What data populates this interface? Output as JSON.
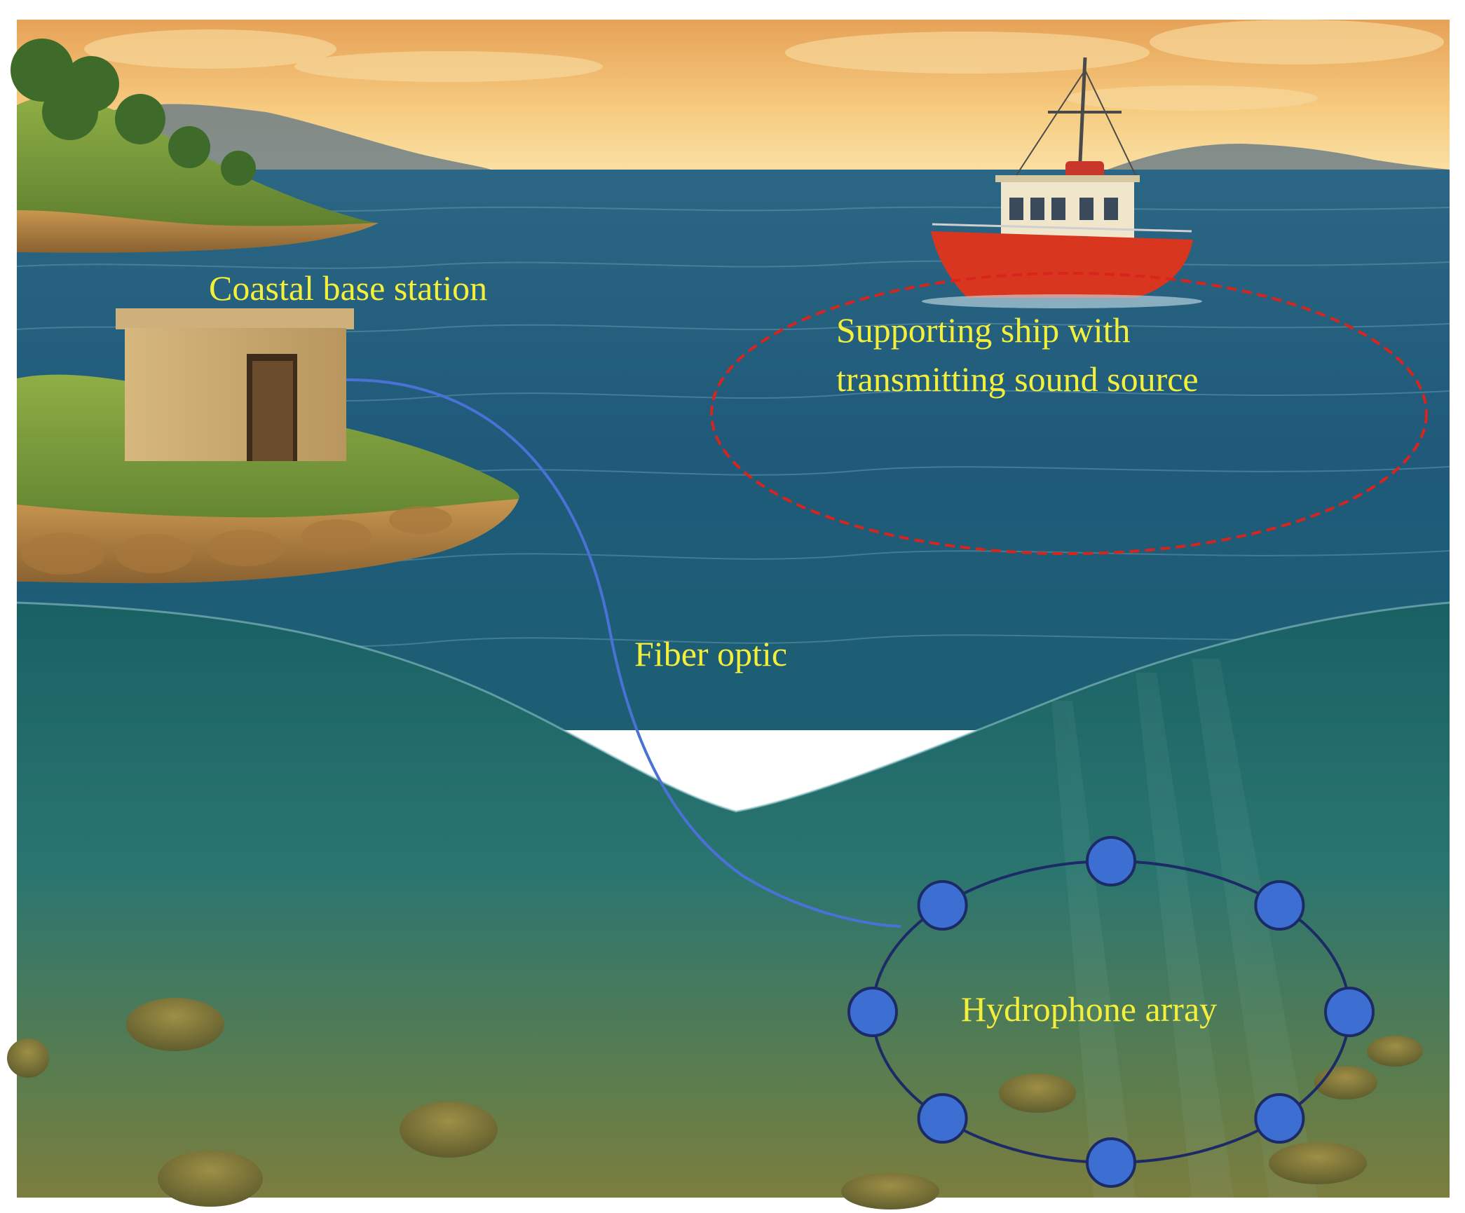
{
  "labels": {
    "base_station": "Coastal base station",
    "ship_line1": "Supporting ship with",
    "ship_line2": "transmitting sound source",
    "fiber": "Fiber optic",
    "array": "Hydrophone array"
  },
  "hydrophone_count": 8,
  "colors": {
    "label_text": "#f4ef3a",
    "ship_hull": "#d8361f",
    "coverage_ellipse": "#d9241e",
    "fiber_cable": "#4a72d6",
    "hydrophone_fill": "#3d6fd3",
    "array_ring": "#1c2b66",
    "sky": "#f3c277",
    "sea_surface": "#1f5c7c",
    "underwater": "#1f6b6c"
  }
}
